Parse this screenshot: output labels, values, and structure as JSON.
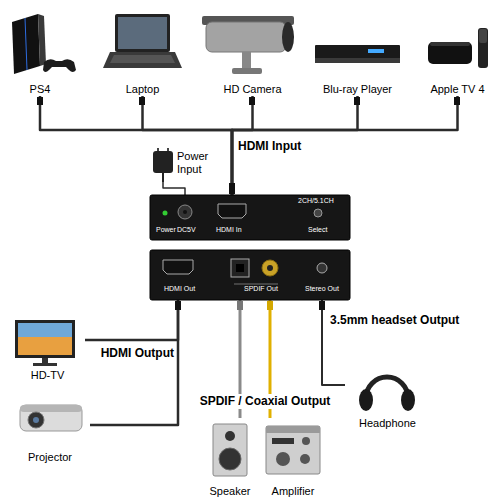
{
  "diagram": {
    "nodes": [
      {
        "text": [
          "PS4"
        ]
      },
      {
        "text": [
          "Laptop"
        ]
      },
      {
        "text": [
          "HD Camera"
        ]
      },
      {
        "text": [
          "Blu-ray Player"
        ]
      },
      {
        "text": [
          "Apple TV 4"
        ]
      },
      {
        "text": [
          "Power Input"
        ]
      },
      {
        "text": [
          "Power",
          "DC5V",
          "HDMI In",
          "2CH/5.1CH",
          "Select"
        ]
      },
      {
        "text": [
          "HDMI Out",
          "SPDIF Out",
          "Stereo Out"
        ]
      },
      {
        "text": [
          "HD-TV"
        ]
      },
      {
        "text": [
          "Projector"
        ]
      },
      {
        "text": [
          "Speaker"
        ]
      },
      {
        "text": [
          "Amplifier"
        ]
      },
      {
        "text": [
          "Headphone"
        ]
      }
    ],
    "edges": [
      {
        "from": 0,
        "to": 6,
        "arrow": "none"
      },
      {
        "from": 1,
        "to": 6,
        "arrow": "none"
      },
      {
        "from": 2,
        "to": 6,
        "arrow": "none"
      },
      {
        "from": 3,
        "to": 6,
        "arrow": "none"
      },
      {
        "from": 4,
        "to": 6,
        "arrow": "none"
      },
      {
        "from": 5,
        "to": 6,
        "arrow": "none"
      },
      {
        "from": 7,
        "to": 8,
        "arrow": "none"
      },
      {
        "from": 7,
        "to": 9,
        "arrow": "none"
      },
      {
        "from": 7,
        "to": 10,
        "arrow": "none"
      },
      {
        "from": 7,
        "to": 11,
        "arrow": "none"
      },
      {
        "from": 7,
        "to": 12,
        "arrow": "none"
      }
    ],
    "labels": [
      "HDMI Input",
      "3.5mm headset Output",
      "HDMI Output",
      "SPDIF / Coaxial Output"
    ]
  }
}
